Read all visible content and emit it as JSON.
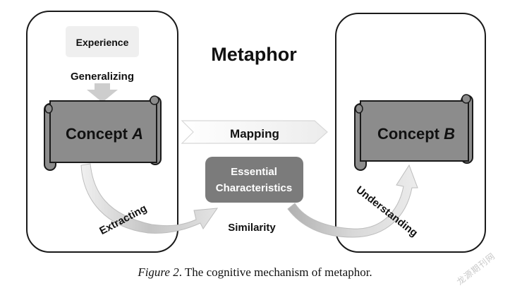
{
  "title": "Metaphor",
  "experience_label": "Experience",
  "generalizing_label": "Generalizing",
  "concept_a": {
    "prefix": "Concept ",
    "letter": "A"
  },
  "concept_b": {
    "prefix": "Concept ",
    "letter": "B"
  },
  "mapping_label": "Mapping",
  "essential_line1": "Essential",
  "essential_line2": "Characteristics",
  "extracting_label": "Extracting",
  "understanding_label": "Understanding",
  "similarity_label": "Similarity",
  "caption": {
    "figure": "Figure 2",
    "text": ". The cognitive mechanism of metaphor."
  },
  "watermark": "龙源期刊网",
  "colors": {
    "scroll_fill": "#8c8c8c",
    "essential_fill": "#7b7b7b",
    "experience_fill": "#efefef",
    "arrow_gray": "#cfcfcf",
    "text": "#111111"
  }
}
